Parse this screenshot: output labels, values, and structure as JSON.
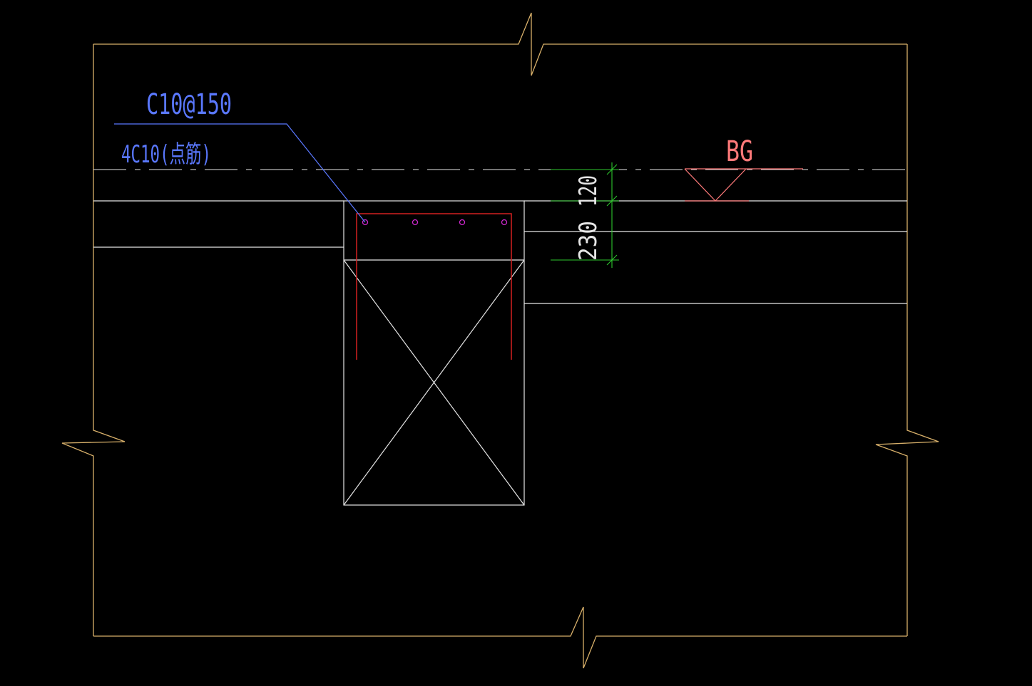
{
  "colors": {
    "background": "#000000",
    "boundary": "#d8b06a",
    "structure": "#e6e6e6",
    "rebar": "#d42020",
    "rebar_dot": "#d028d0",
    "leader": "#5a78ff",
    "dimension": "#2ec82e",
    "level_mark": "#ff7a7a"
  },
  "annotations": {
    "stirrup_label": "C10@150",
    "bar_label": "4C10(点筋)",
    "level_tag": "BG"
  },
  "dimensions": {
    "upper": "120",
    "lower": "230"
  },
  "rebar": {
    "dot_count": 4
  }
}
